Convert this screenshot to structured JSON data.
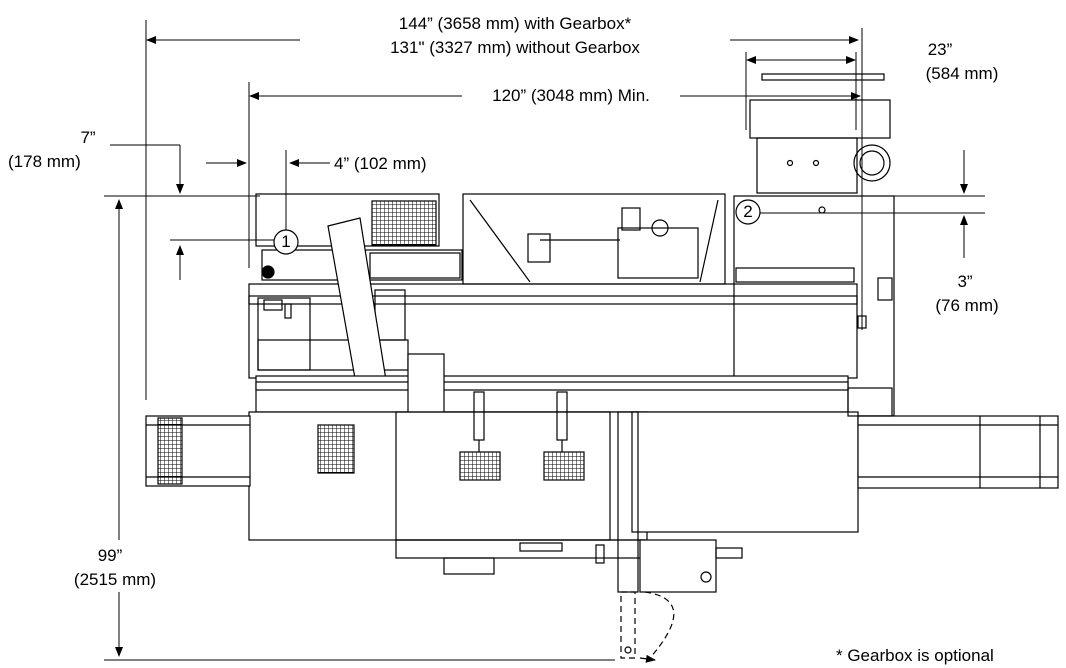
{
  "dimensions": {
    "overall_length": {
      "with_gearbox": "144” (3658 mm) with Gearbox*",
      "without_gearbox": "131\" (3327 mm) without Gearbox"
    },
    "min_length": "120” (3048 mm) Min.",
    "right_width": {
      "imperial": "23”",
      "metric": "(584 mm)"
    },
    "left_top_offset": {
      "imperial": "7”",
      "metric": "(178 mm)"
    },
    "small_offset": "4” (102 mm)",
    "right_offset": {
      "imperial": "3”",
      "metric": "(76 mm)"
    },
    "overall_depth": {
      "imperial": "99”",
      "metric": "(2515 mm)"
    }
  },
  "callouts": [
    "1",
    "2"
  ],
  "footnote": "* Gearbox is optional"
}
